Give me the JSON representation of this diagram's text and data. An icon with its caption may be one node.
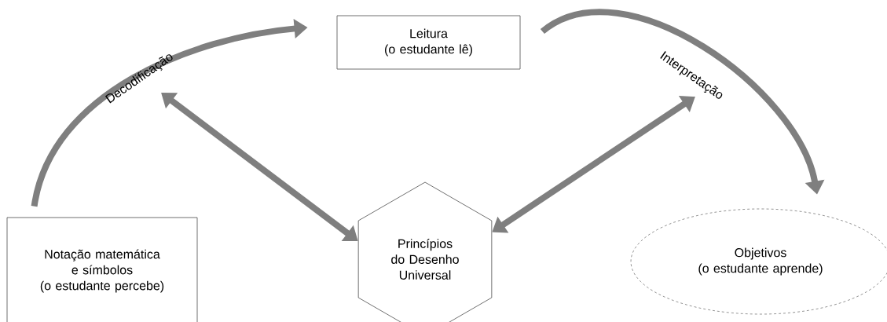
{
  "diagram": {
    "nodes": [
      {
        "text": [
          "Leitura",
          "(o estudante lê)"
        ]
      },
      {
        "text": [
          "Notação matemática e símbolos",
          "(o estudante percebe)"
        ]
      },
      {
        "text": [
          "Princípios do Desenho Universal"
        ]
      },
      {
        "text": [
          "Objetivos",
          "(o estudante aprende)"
        ]
      }
    ],
    "edges": [
      {
        "from": 1,
        "to": 0,
        "arrow": "to",
        "label": "Decodificação"
      },
      {
        "from": 0,
        "to": 3,
        "arrow": "to",
        "label": "Interpretação"
      },
      {
        "from": null,
        "to": 2,
        "arrow": "both"
      },
      {
        "from": 2,
        "to": null,
        "arrow": "both"
      }
    ]
  }
}
